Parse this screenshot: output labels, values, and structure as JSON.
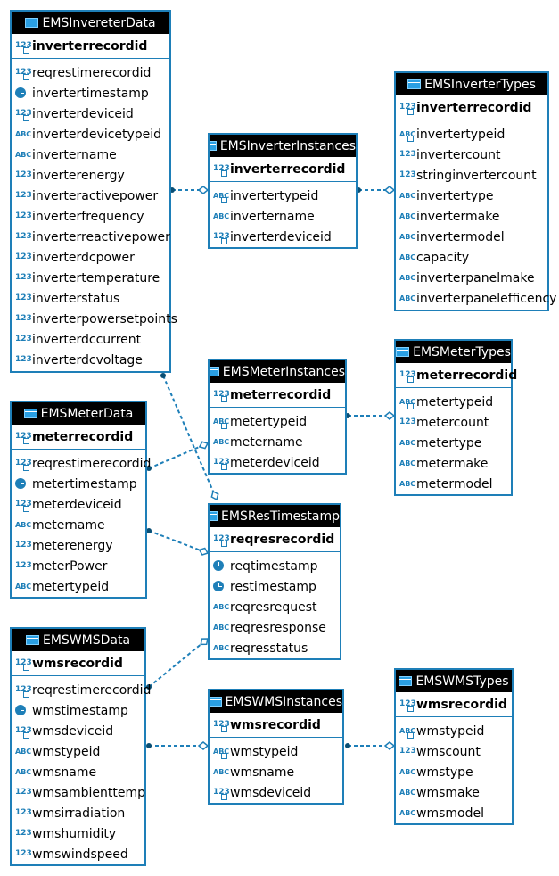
{
  "entities": [
    {
      "id": "EMSInvereterData",
      "title": "EMSInvereterData",
      "pk": "inverterrecordid",
      "columns": [
        {
          "name": "reqrestimerecordid",
          "type": "num",
          "fk": true
        },
        {
          "name": "invertertimestamp",
          "type": "time"
        },
        {
          "name": "inverterdeviceid",
          "type": "num",
          "fk": true
        },
        {
          "name": "inverterdevicetypeid",
          "type": "abc"
        },
        {
          "name": "invertername",
          "type": "abc"
        },
        {
          "name": "inverterenergy",
          "type": "num"
        },
        {
          "name": "inverteractivepower",
          "type": "num"
        },
        {
          "name": "inverterfrequency",
          "type": "num"
        },
        {
          "name": "inverterreactivepower",
          "type": "num"
        },
        {
          "name": "inverterdcpower",
          "type": "num"
        },
        {
          "name": "invertertemperature",
          "type": "num"
        },
        {
          "name": "inverterstatus",
          "type": "num"
        },
        {
          "name": "inverterpowersetpoints",
          "type": "num"
        },
        {
          "name": "inverterdccurrent",
          "type": "num"
        },
        {
          "name": "inverterdcvoltage",
          "type": "num"
        }
      ]
    },
    {
      "id": "EMSInverterInstances",
      "title": "EMSInverterInstances",
      "pk": "inverterrecordid",
      "columns": [
        {
          "name": "invertertypeid",
          "type": "abc",
          "fk": true
        },
        {
          "name": "invertername",
          "type": "abc"
        },
        {
          "name": "inverterdeviceid",
          "type": "num",
          "fk": true
        }
      ]
    },
    {
      "id": "EMSInverterTypes",
      "title": "EMSInverterTypes",
      "pk": "inverterrecordid",
      "columns": [
        {
          "name": "invertertypeid",
          "type": "abc",
          "fk": true
        },
        {
          "name": "invertercount",
          "type": "num"
        },
        {
          "name": "stringinvertercount",
          "type": "num"
        },
        {
          "name": "invertertype",
          "type": "abc"
        },
        {
          "name": "invertermake",
          "type": "abc"
        },
        {
          "name": "invertermodel",
          "type": "abc"
        },
        {
          "name": "capacity",
          "type": "abc"
        },
        {
          "name": "inverterpanelmake",
          "type": "abc"
        },
        {
          "name": "inverterpanelefficency",
          "type": "abc"
        }
      ]
    },
    {
      "id": "EMSMeterInstances",
      "title": "EMSMeterInstances",
      "pk": "meterrecordid",
      "columns": [
        {
          "name": "metertypeid",
          "type": "abc",
          "fk": true
        },
        {
          "name": "metername",
          "type": "abc"
        },
        {
          "name": "meterdeviceid",
          "type": "num",
          "fk": true
        }
      ]
    },
    {
      "id": "EMSMeterTypes",
      "title": "EMSMeterTypes",
      "pk": "meterrecordid",
      "columns": [
        {
          "name": "metertypeid",
          "type": "abc",
          "fk": true
        },
        {
          "name": "metercount",
          "type": "num"
        },
        {
          "name": "metertype",
          "type": "abc"
        },
        {
          "name": "metermake",
          "type": "abc"
        },
        {
          "name": "metermodel",
          "type": "abc"
        }
      ]
    },
    {
      "id": "EMSMeterData",
      "title": "EMSMeterData",
      "pk": "meterrecordid",
      "columns": [
        {
          "name": "reqrestimerecordid",
          "type": "num",
          "fk": true
        },
        {
          "name": "metertimestamp",
          "type": "time"
        },
        {
          "name": "meterdeviceid",
          "type": "num",
          "fk": true
        },
        {
          "name": "metername",
          "type": "abc"
        },
        {
          "name": "meterenergy",
          "type": "num"
        },
        {
          "name": "meterPower",
          "type": "num"
        },
        {
          "name": "metertypeid",
          "type": "abc"
        }
      ]
    },
    {
      "id": "EMSResTimestamp",
      "title": "EMSResTimestamp",
      "pk": "reqresrecordid",
      "columns": [
        {
          "name": "reqtimestamp",
          "type": "time"
        },
        {
          "name": "restimestamp",
          "type": "time"
        },
        {
          "name": "reqresrequest",
          "type": "abc"
        },
        {
          "name": "reqresresponse",
          "type": "abc"
        },
        {
          "name": "reqresstatus",
          "type": "abc"
        }
      ]
    },
    {
      "id": "EMSWMSData",
      "title": "EMSWMSData",
      "pk": "wmsrecordid",
      "columns": [
        {
          "name": "reqrestimerecordid",
          "type": "num",
          "fk": true
        },
        {
          "name": "wmstimestamp",
          "type": "time"
        },
        {
          "name": "wmsdeviceid",
          "type": "num",
          "fk": true
        },
        {
          "name": "wmstypeid",
          "type": "abc"
        },
        {
          "name": "wmsname",
          "type": "abc"
        },
        {
          "name": "wmsambienttemp",
          "type": "num"
        },
        {
          "name": "wmsirradiation",
          "type": "num"
        },
        {
          "name": "wmshumidity",
          "type": "num"
        },
        {
          "name": "wmswindspeed",
          "type": "num"
        }
      ]
    },
    {
      "id": "EMSWMSInstances",
      "title": "EMSWMSInstances",
      "pk": "wmsrecordid",
      "columns": [
        {
          "name": "wmstypeid",
          "type": "abc",
          "fk": true
        },
        {
          "name": "wmsname",
          "type": "abc"
        },
        {
          "name": "wmsdeviceid",
          "type": "num",
          "fk": true
        }
      ]
    },
    {
      "id": "EMSWMSTypes",
      "title": "EMSWMSTypes",
      "pk": "wmsrecordid",
      "columns": [
        {
          "name": "wmstypeid",
          "type": "abc",
          "fk": true
        },
        {
          "name": "wmscount",
          "type": "num"
        },
        {
          "name": "wmstype",
          "type": "abc"
        },
        {
          "name": "wmsmake",
          "type": "abc"
        },
        {
          "name": "wmsmodel",
          "type": "abc"
        }
      ]
    }
  ],
  "relationships": [
    {
      "from": "EMSInvereterData",
      "to": "EMSInverterInstances"
    },
    {
      "from": "EMSInverterInstances",
      "to": "EMSInverterTypes"
    },
    {
      "from": "EMSInvereterData",
      "to": "EMSResTimestamp"
    },
    {
      "from": "EMSMeterInstances",
      "to": "EMSMeterTypes"
    },
    {
      "from": "EMSMeterData",
      "to": "EMSMeterInstances"
    },
    {
      "from": "EMSMeterData",
      "to": "EMSResTimestamp"
    },
    {
      "from": "EMSWMSData",
      "to": "EMSResTimestamp"
    },
    {
      "from": "EMSWMSData",
      "to": "EMSWMSInstances"
    },
    {
      "from": "EMSWMSInstances",
      "to": "EMSWMSTypes"
    }
  ],
  "icon_labels": {
    "num": "123",
    "abc": "ABC"
  },
  "colors": {
    "border": "#1e7fb8",
    "header_bg": "#000000",
    "link": "#1e7fb8"
  }
}
